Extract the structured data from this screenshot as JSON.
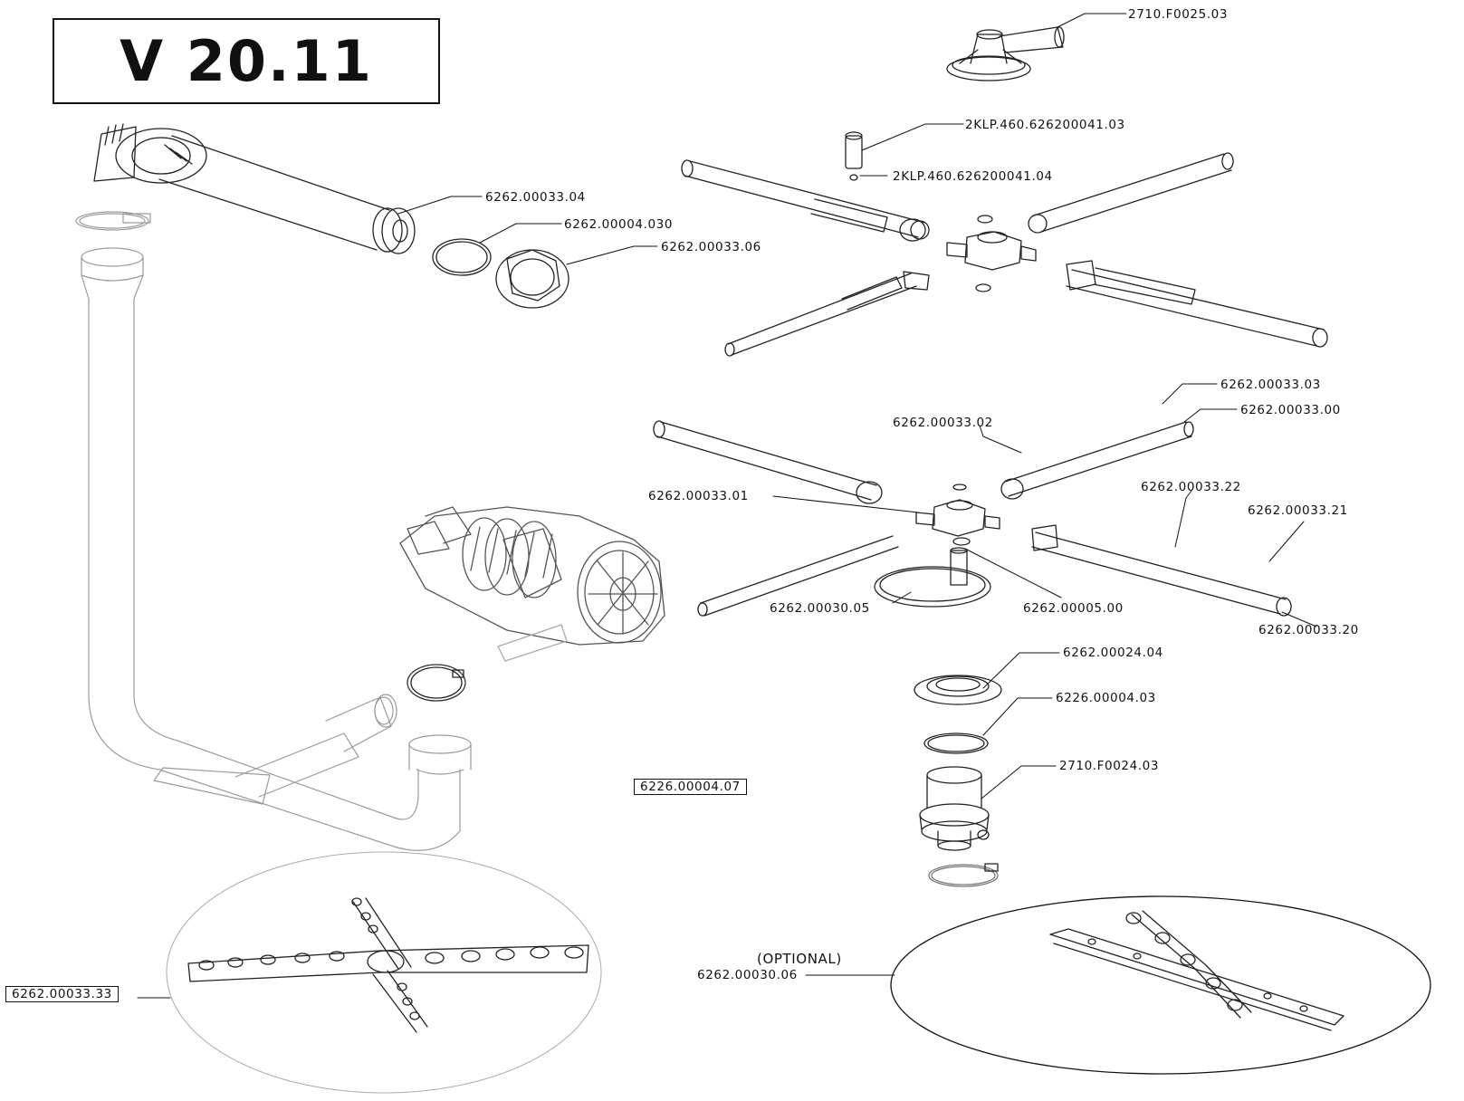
{
  "title": "V 20.11",
  "optional_note": "(OPTIONAL)",
  "part_numbers": {
    "p_2710_F0025_03": "2710.F0025.03",
    "p_2KLP_03": "2KLP.460.626200041.03",
    "p_2KLP_04": "2KLP.460.626200041.04",
    "p_6262_00033_04": "6262.00033.04",
    "p_6262_00004_030": "6262.00004.030",
    "p_6262_00033_06": "6262.00033.06",
    "p_6262_00033_03": "6262.00033.03",
    "p_6262_00033_00": "6262.00033.00",
    "p_6262_00033_02": "6262.00033.02",
    "p_6262_00033_22": "6262.00033.22",
    "p_6262_00033_01": "6262.00033.01",
    "p_6262_00033_21": "6262.00033.21",
    "p_6262_00030_05": "6262.00030.05",
    "p_6262_00005_00": "6262.00005.00",
    "p_6262_00033_20": "6262.00033.20",
    "p_6262_00024_04": "6262.00024.04",
    "p_6226_00004_03": "6226.00004.03",
    "p_2710_F0024_03": "2710.F0024.03",
    "p_6226_00004_07": "6226.00004.07",
    "p_6262_00030_06": "6262.00030.06",
    "p_6262_00033_33": "6262.00033.33"
  }
}
